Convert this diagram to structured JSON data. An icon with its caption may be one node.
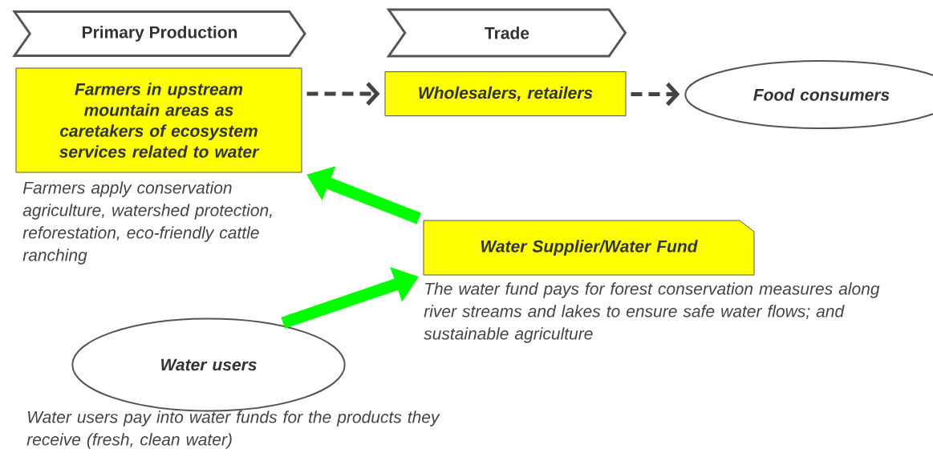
{
  "diagram": {
    "nodes": [
      {
        "text": [
          "Primary Production"
        ]
      },
      {
        "text": [
          "Trade"
        ]
      },
      {
        "text": [
          "Farmers in upstream mountain areas as caretakers of ecosystem services related to water"
        ],
        "beside": [
          "Farmers apply conservation agriculture, watershed protection, reforestation, eco-friendly cattle ranching"
        ]
      },
      {
        "text": [
          "Wholesalers, retailers"
        ]
      },
      {
        "text": [
          "Food consumers"
        ]
      },
      {
        "text": [
          "Water Supplier/Water Fund"
        ],
        "beside": [
          "The water fund pays for forest conservation measures along river streams and lakes to ensure safe water flows; and sustainable agriculture"
        ]
      },
      {
        "text": [
          "Water users"
        ],
        "beside": [
          "Water users pay into water funds for the products they receive (fresh, clean water)"
        ]
      }
    ],
    "edges": [
      {
        "from": 2,
        "to": 3,
        "arrow": "to",
        "style": "dashed"
      },
      {
        "from": 3,
        "to": 4,
        "arrow": "to",
        "style": "dashed"
      },
      {
        "from": 5,
        "to": 2,
        "arrow": "to",
        "style": "thick",
        "color": "#00ff00"
      },
      {
        "from": 6,
        "to": 5,
        "arrow": "to",
        "style": "thick",
        "color": "#00ff00"
      }
    ]
  }
}
